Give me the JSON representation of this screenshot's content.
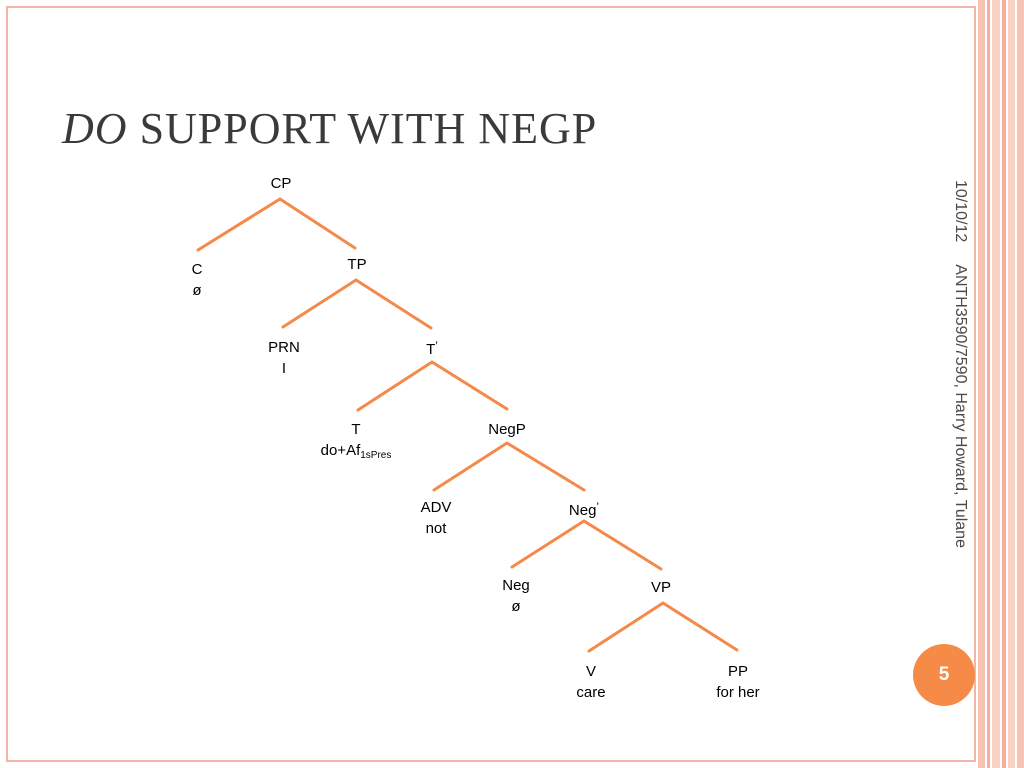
{
  "slide": {
    "title_italic": "DO",
    "title_rest": " SUPPORT WITH NEGP",
    "date": "10/10/12",
    "footer": "ANTH3590/7590, Harry Howard, Tulane",
    "page_number": "5"
  },
  "colors": {
    "branch": "#f4894a",
    "frame": "#f4b6a4",
    "badge": "#f68b47"
  },
  "tree": {
    "cp": {
      "label": "CP"
    },
    "c": {
      "label": "C",
      "word": "ø"
    },
    "tp": {
      "label": "TP"
    },
    "prn": {
      "label": "PRN",
      "word": "I"
    },
    "tbar": {
      "label": "T",
      "prime": "’"
    },
    "t": {
      "label": "T",
      "word": "do+Af",
      "subscript": "1sPres"
    },
    "negp": {
      "label": "NegP"
    },
    "adv": {
      "label": "ADV",
      "word": "not"
    },
    "negbar": {
      "label": "Neg",
      "prime": "’"
    },
    "neg": {
      "label": "Neg",
      "word": "ø"
    },
    "vp": {
      "label": "VP"
    },
    "v": {
      "label": "V",
      "word": "care"
    },
    "pp": {
      "label": "PP",
      "word": "for her"
    }
  }
}
